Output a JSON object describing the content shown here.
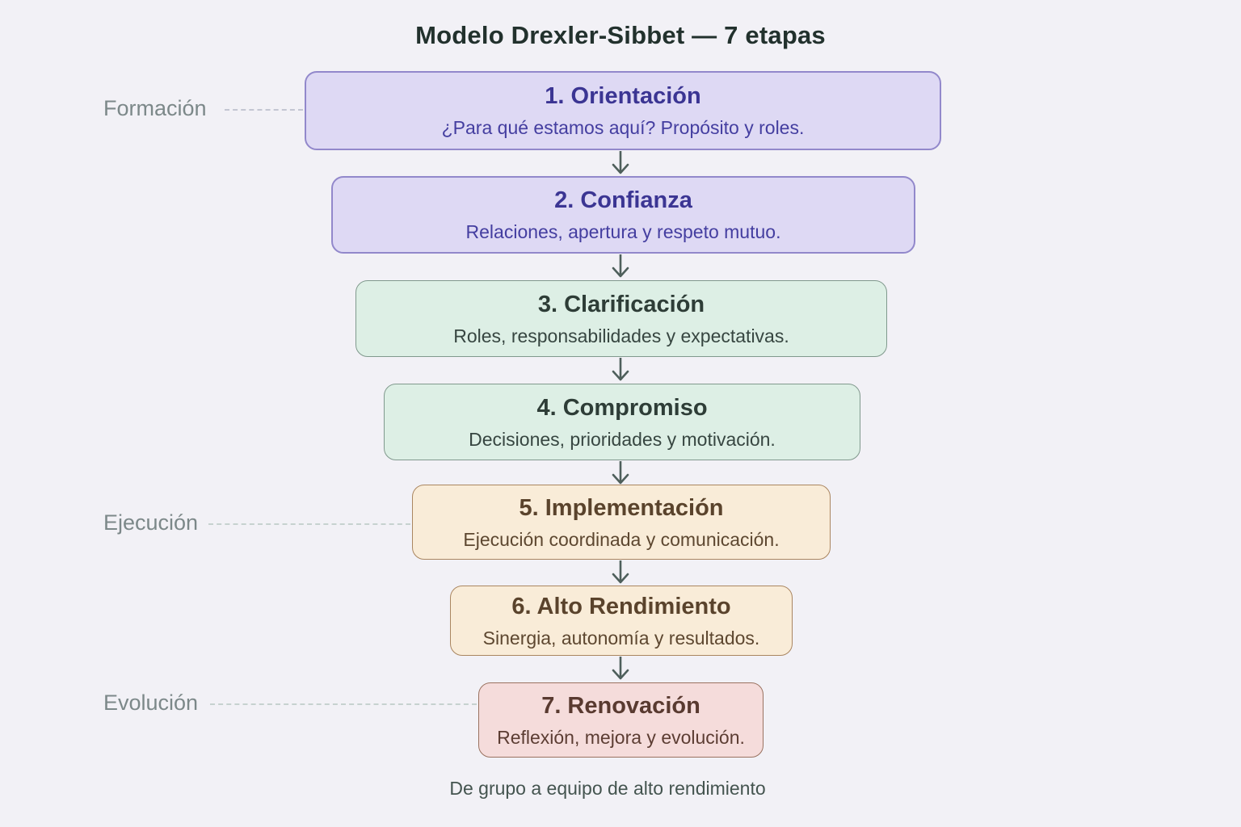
{
  "title": "Modelo Drexler-Sibbet — 7 etapas",
  "caption": "De grupo a equipo de alto rendimiento",
  "phase_labels": [
    {
      "label": "Formación"
    },
    {
      "label": "Ejecución"
    },
    {
      "label": "Evolución"
    }
  ],
  "stages": [
    {
      "title": "1. Orientación",
      "subtitle": "¿Para qué estamos aquí? Propósito y roles.",
      "color": "#ded9f4"
    },
    {
      "title": "2. Confianza",
      "subtitle": "Relaciones, apertura y respeto mutuo.",
      "color": "#ded9f4"
    },
    {
      "title": "3. Clarificación",
      "subtitle": "Roles, responsabilidades y expectativas.",
      "color": "#ddefe5"
    },
    {
      "title": "4. Compromiso",
      "subtitle": "Decisiones, prioridades y motivación.",
      "color": "#ddefe5"
    },
    {
      "title": "5. Implementación",
      "subtitle": "Ejecución coordinada y comunicación.",
      "color": "#f9ecd8"
    },
    {
      "title": "6. Alto Rendimiento",
      "subtitle": "Sinergia, autonomía y resultados.",
      "color": "#f9ecd8"
    },
    {
      "title": "7. Renovación",
      "subtitle": "Reflexión, mejora y evolución.",
      "color": "#f5dcdb"
    }
  ],
  "colors": {
    "background": "#f2f1f6",
    "purple_bg": "#ded9f4",
    "purple_border": "#9288cb",
    "purple_text": "#3b3593",
    "green_bg": "#ddefe5",
    "green_border": "#80998d",
    "green_text": "#2e3d37",
    "peach_bg": "#f9ecd8",
    "peach_border": "#aa8660",
    "peach_text": "#5a432c",
    "pink_bg": "#f5dcdb",
    "pink_border": "#9a7260",
    "pink_text": "#593a30",
    "arrow": "#4e5f5b",
    "phase_label": "#7c8889"
  }
}
